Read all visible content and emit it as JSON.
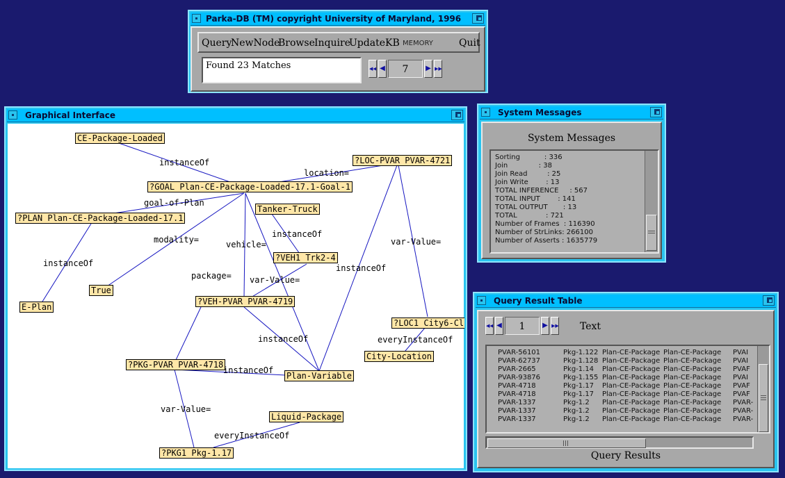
{
  "parka_window": {
    "title": "Parka-DB (TM) copyright University of Maryland, 1996",
    "menu": {
      "query": "Query",
      "newnode": "NewNode",
      "browse": "Browse",
      "inquire": "Inquire",
      "updatekb": "UpdateKB",
      "memory": "MEMORY",
      "quit": "Quit"
    },
    "status_text": "Found 23 Matches",
    "nav": {
      "first": "◀◀",
      "prev": "◀",
      "value": "7",
      "next": "▶",
      "last": "▶▶"
    }
  },
  "graph_window": {
    "title": "Graphical Interface",
    "nodes": {
      "ce_package_loaded": "CE-Package-Loaded",
      "goal": "?GOAL Plan-CE-Package-Loaded-17.1-Goal-1",
      "loc_pvar": "?LOC-PVAR PVAR-4721",
      "plan": "?PLAN Plan-CE-Package-Loaded-17.1",
      "tanker_truck": "Tanker-Truck",
      "veh1": "?VEH1 Trk2-4",
      "true_node": "True",
      "e_plan": "E-Plan",
      "veh_pvar": "?VEH-PVAR PVAR-4719",
      "loc1": "?LOC1 City6-Cl",
      "city_location": "City-Location",
      "pkg_pvar": "?PKG-PVAR PVAR-4718",
      "plan_variable": "Plan-Variable",
      "liquid_package": "Liquid-Package",
      "pkg1": "?PKG1 Pkg-1.17"
    },
    "edge_labels": {
      "instanceof_1": "instanceOf",
      "location": "location=",
      "goal_of_plan": "goal-of-Plan",
      "instanceof_2": "instanceOf",
      "modality": "modality=",
      "vehicle": "vehicle=",
      "var_value_1": "var-Value=",
      "instanceof_3": "instanceOf",
      "instanceof_4": "instanceOf",
      "package": "package=",
      "var_value_2": "var-Value=",
      "instanceof_5": "instanceOf",
      "every_instance_1": "everyInstanceOf",
      "instanceof_6": "instanceOf",
      "var_value_3": "var-Value=",
      "every_instance_2": "everyInstanceOf"
    }
  },
  "sysmsg_window": {
    "title": "System Messages",
    "heading": "System Messages",
    "lines": [
      "Sorting           : 336",
      "Join              : 38",
      "Join Read         : 25",
      "Join Write        : 13",
      "TOTAL INFERENCE     : 567",
      "TOTAL INPUT        : 141",
      "TOTAL OUTPUT       : 13",
      "TOTAL             : 721",
      "Number of Frames  : 116390",
      "Number of StrLinks: 266100",
      "Number of Asserts : 1635779"
    ]
  },
  "query_window": {
    "title": "Query Result Table",
    "nav": {
      "first": "◀◀",
      "prev": "◀",
      "value": "1",
      "next": "▶",
      "last": "▶▶"
    },
    "mode_label": "Text",
    "footer": "Query Results",
    "rows": [
      [
        "PVAR-56101",
        "Pkg-1.122",
        "Plan-CE-Package",
        "Plan-CE-Package",
        "PVAI"
      ],
      [
        "PVAR-62737",
        "Pkg-1.128",
        "Plan-CE-Package",
        "Plan-CE-Package",
        "PVAI"
      ],
      [
        "PVAR-2665",
        "Pkg-1.14",
        "Plan-CE-Package",
        "Plan-CE-Package",
        "PVAF"
      ],
      [
        "PVAR-93876",
        "Pkg-1.155",
        "Plan-CE-Package",
        "Plan-CE-Package",
        "PVAI"
      ],
      [
        "PVAR-4718",
        "Pkg-1.17",
        "Plan-CE-Package",
        "Plan-CE-Package",
        "PVAF"
      ],
      [
        "PVAR-4718",
        "Pkg-1.17",
        "Plan-CE-Package",
        "Plan-CE-Package",
        "PVAF"
      ],
      [
        "PVAR-1337",
        "Pkg-1.2",
        "Plan-CE-Package",
        "Plan-CE-Package",
        "PVAR-"
      ],
      [
        "PVAR-1337",
        "Pkg-1.2",
        "Plan-CE-Package",
        "Plan-CE-Package",
        "PVAR-"
      ],
      [
        "PVAR-1337",
        "Pkg-1.2",
        "Plan-CE-Package",
        "Plan-CE-Package",
        "PVAR-"
      ]
    ]
  }
}
